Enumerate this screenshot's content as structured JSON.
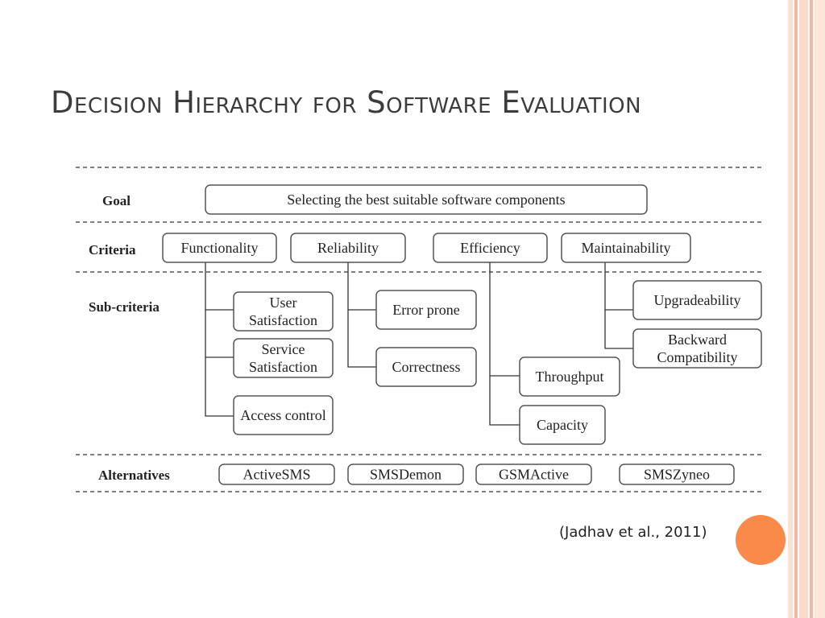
{
  "slide": {
    "title": "Decision Hierarchy for Software Evaluation",
    "citation": "(Jadhav et al., 2011)"
  },
  "colors": {
    "accent": "#f98a4a",
    "stripe_light": "#fbd9cb",
    "stripe_mid": "#f7b79d",
    "box_stroke": "#555555",
    "line": "#333333"
  },
  "diagram": {
    "levels": [
      "Goal",
      "Criteria",
      "Sub-criteria",
      "Alternatives"
    ],
    "goal": "Selecting the best suitable software components",
    "criteria": [
      {
        "label": "Functionality",
        "subcriteria": [
          [
            "User",
            "Satisfaction"
          ],
          [
            "Service",
            "Satisfaction"
          ],
          [
            "Access control"
          ]
        ]
      },
      {
        "label": "Reliability",
        "subcriteria": [
          [
            "Error prone"
          ],
          [
            "Correctness"
          ]
        ]
      },
      {
        "label": "Efficiency",
        "subcriteria": [
          [
            "Throughput"
          ],
          [
            "Capacity"
          ]
        ]
      },
      {
        "label": "Maintainability",
        "subcriteria": [
          [
            "Upgradeability"
          ],
          [
            "Backward",
            "Compatibility"
          ]
        ]
      }
    ],
    "alternatives": [
      "ActiveSMS",
      "SMSDemon",
      "GSMActive",
      "SMSZyneo"
    ]
  }
}
